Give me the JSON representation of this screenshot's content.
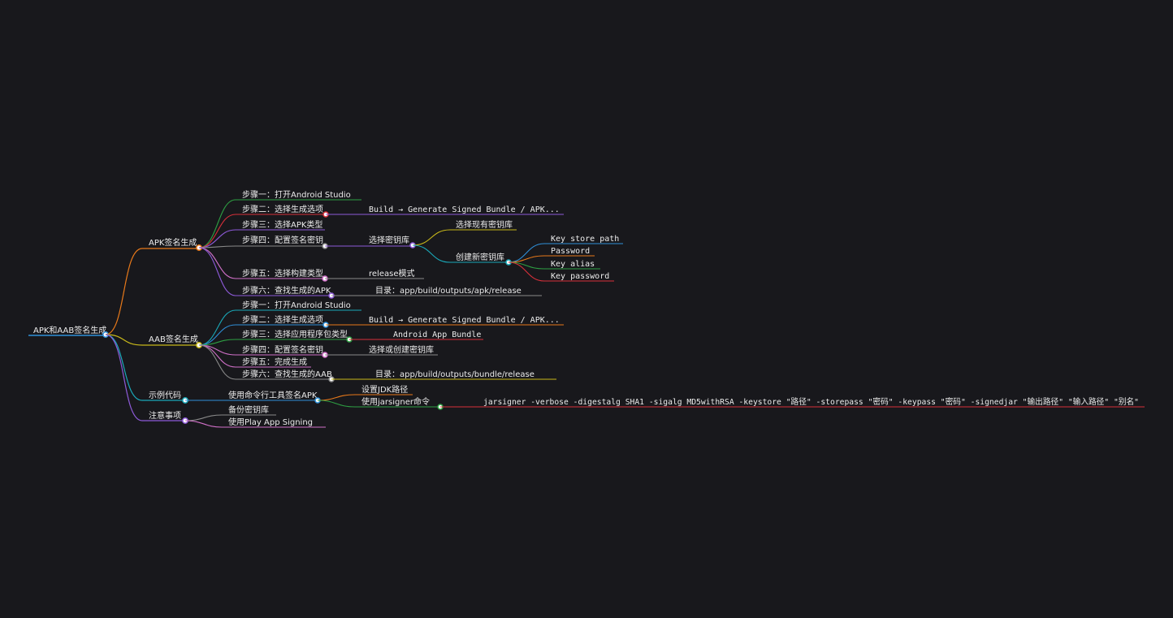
{
  "title": "APK和AAB签名生成",
  "colors": {
    "background": "#18181c",
    "text": "#ececec",
    "blue": "#2f8fd8",
    "orange": "#e8791a",
    "green": "#2ea043",
    "red": "#d8303a",
    "purple": "#8d5ad8",
    "gray": "#8a8a8a",
    "pink": "#d070c8",
    "yellow": "#c8b81a",
    "teal": "#1aa8b8"
  },
  "nodes": {
    "root": "APK和AAB签名生成",
    "apk": "APK签名生成",
    "apk_s1": "步骤一：打开Android Studio",
    "apk_s2": "步骤二：选择生成选项",
    "apk_s2_c": "Build → Generate Signed Bundle / APK...",
    "apk_s3": "步骤三：选择APK类型",
    "apk_s4": "步骤四：配置签名密钥",
    "apk_s4_c": "选择密钥库",
    "apk_s4_c1": "选择现有密钥库",
    "apk_s4_c2": "创建新密钥库",
    "apk_k1": "Key store path",
    "apk_k2": "Password",
    "apk_k3": "Key alias",
    "apk_k4": "Key password",
    "apk_s5": "步骤五：选择构建类型",
    "apk_s5_c": "release模式",
    "apk_s6": "步骤六：查找生成的APK",
    "apk_s6_c": "目录：app/build/outputs/apk/release",
    "aab": "AAB签名生成",
    "aab_s1": "步骤一：打开Android Studio",
    "aab_s2": "步骤二：选择生成选项",
    "aab_s2_c": "Build → Generate Signed Bundle / APK...",
    "aab_s3": "步骤三：选择应用程序包类型",
    "aab_s3_c": "Android App Bundle",
    "aab_s4": "步骤四：配置签名密钥",
    "aab_s4_c": "选择或创建密钥库",
    "aab_s5": "步骤五：完成生成",
    "aab_s6": "步骤六：查找生成的AAB",
    "aab_s6_c": "目录：app/build/outputs/bundle/release",
    "code": "示例代码",
    "code_c": "使用命令行工具签名APK",
    "code_c1": "设置JDK路径",
    "code_c2": "使用jarsigner命令",
    "code_cmd": "jarsigner -verbose -digestalg SHA1 -sigalg MD5withRSA -keystore \"路径\" -storepass \"密码\" -keypass \"密码\" -signedjar \"输出路径\" \"输入路径\" \"别名\"",
    "notes": "注意事项",
    "notes_1": "备份密钥库",
    "notes_2": "使用Play App Signing"
  }
}
